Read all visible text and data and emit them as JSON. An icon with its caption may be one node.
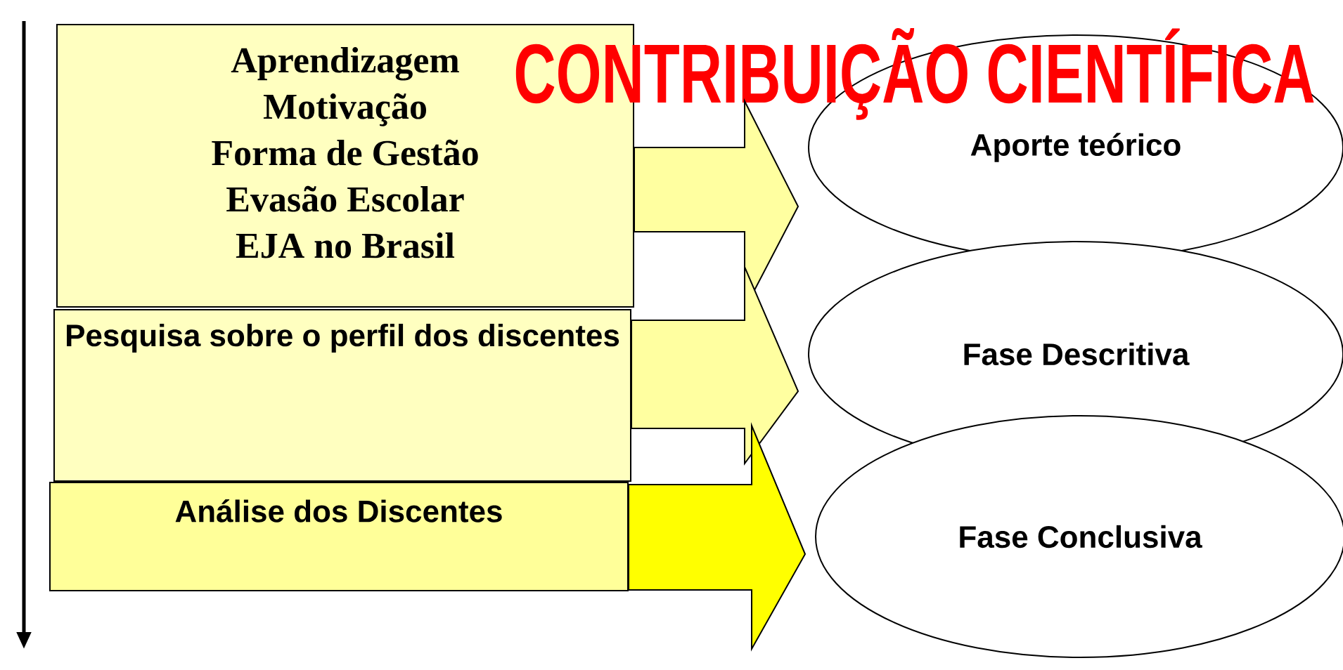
{
  "diagram": {
    "title": "CONTRIBUIÇÃO CIENTÍFICA",
    "nodes": [
      {
        "text": [
          "Aprendizagem",
          "Motivação",
          "Forma de Gestão",
          "Evasão Escolar",
          "EJA no Brasil"
        ]
      },
      {
        "text": [
          "Pesquisa sobre o perfil dos discentes"
        ]
      },
      {
        "text": [
          "Análise dos Discentes"
        ]
      },
      {
        "text": [
          "Aporte teórico"
        ]
      },
      {
        "text": [
          "Fase Descritiva"
        ]
      },
      {
        "text": [
          "Fase Conclusiva"
        ]
      }
    ],
    "edges": [
      {
        "from": 0,
        "to": 3,
        "arrow": "to"
      },
      {
        "from": 1,
        "to": 4,
        "arrow": "to"
      },
      {
        "from": 2,
        "to": 5,
        "arrow": "to",
        "color": "#ffff00"
      }
    ]
  }
}
